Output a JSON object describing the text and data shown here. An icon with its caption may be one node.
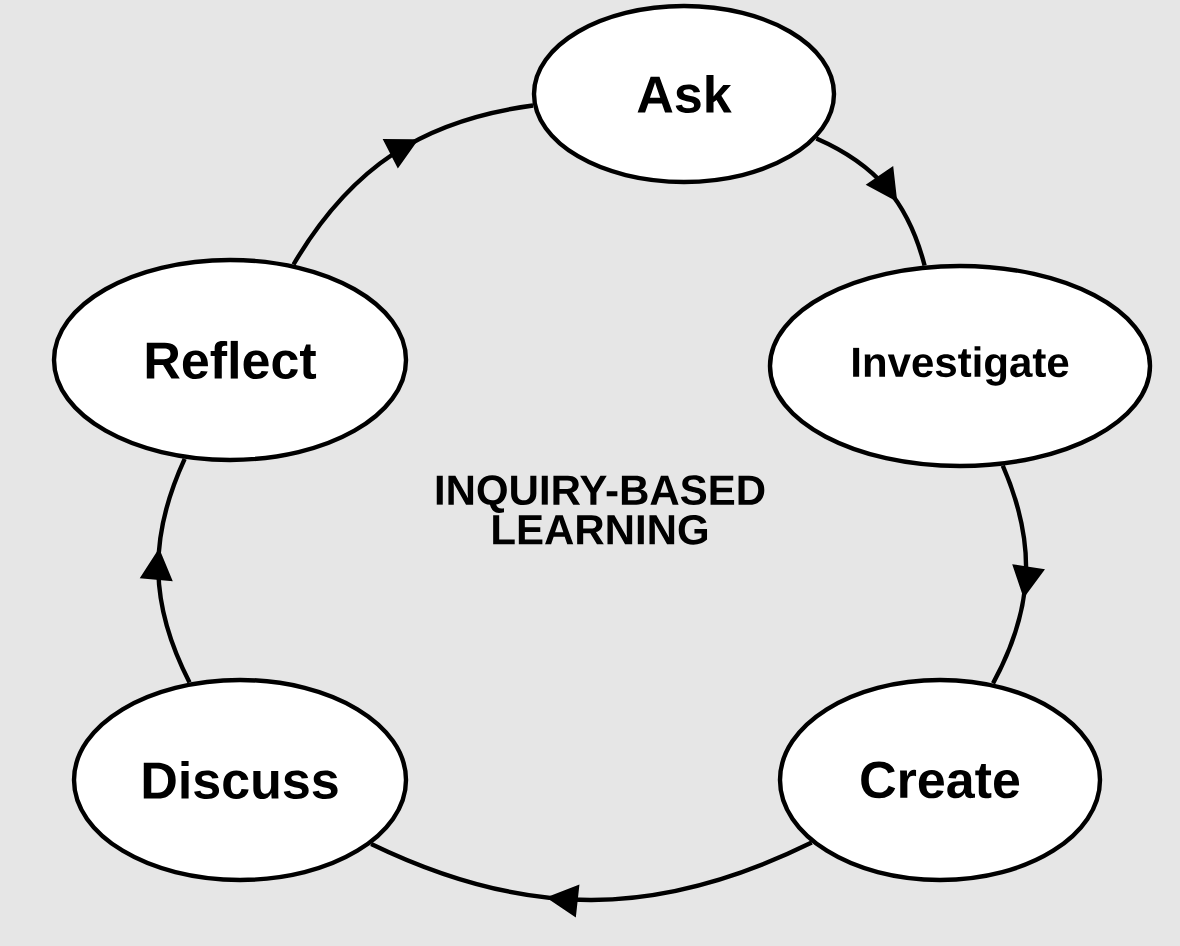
{
  "diagram": {
    "nodes": [
      {
        "text": [
          "Ask"
        ]
      },
      {
        "text": [
          "Investigate"
        ]
      },
      {
        "text": [
          "Create"
        ]
      },
      {
        "text": [
          "Discuss"
        ]
      },
      {
        "text": [
          "Reflect"
        ]
      }
    ],
    "edges": [
      {
        "from": 0,
        "to": 1,
        "arrow": "to"
      },
      {
        "from": 1,
        "to": 2,
        "arrow": "to"
      },
      {
        "from": 2,
        "to": 3,
        "arrow": "to"
      },
      {
        "from": 3,
        "to": 4,
        "arrow": "to"
      },
      {
        "from": 4,
        "to": 0,
        "arrow": "to"
      }
    ],
    "labels": [
      "INQUIRY-BASED LEARNING"
    ]
  }
}
